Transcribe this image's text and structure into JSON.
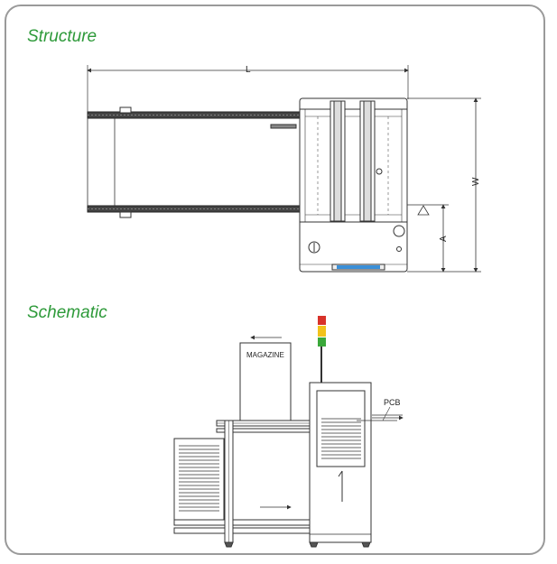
{
  "sections": {
    "structure_title": "Structure",
    "schematic_title": "Schematic"
  },
  "dimensions": {
    "length": "L",
    "width": "W",
    "a": "A"
  },
  "labels": {
    "magazine": "MAGAZINE",
    "pcb": "PCB"
  },
  "colors": {
    "heading": "#2e9a3a",
    "frame": "#9a9a9a",
    "line": "#333333",
    "beacon_red": "#d8322a",
    "beacon_yellow": "#f2c21b",
    "beacon_green": "#3aa83a",
    "connector_blue": "#3a8fd8"
  }
}
